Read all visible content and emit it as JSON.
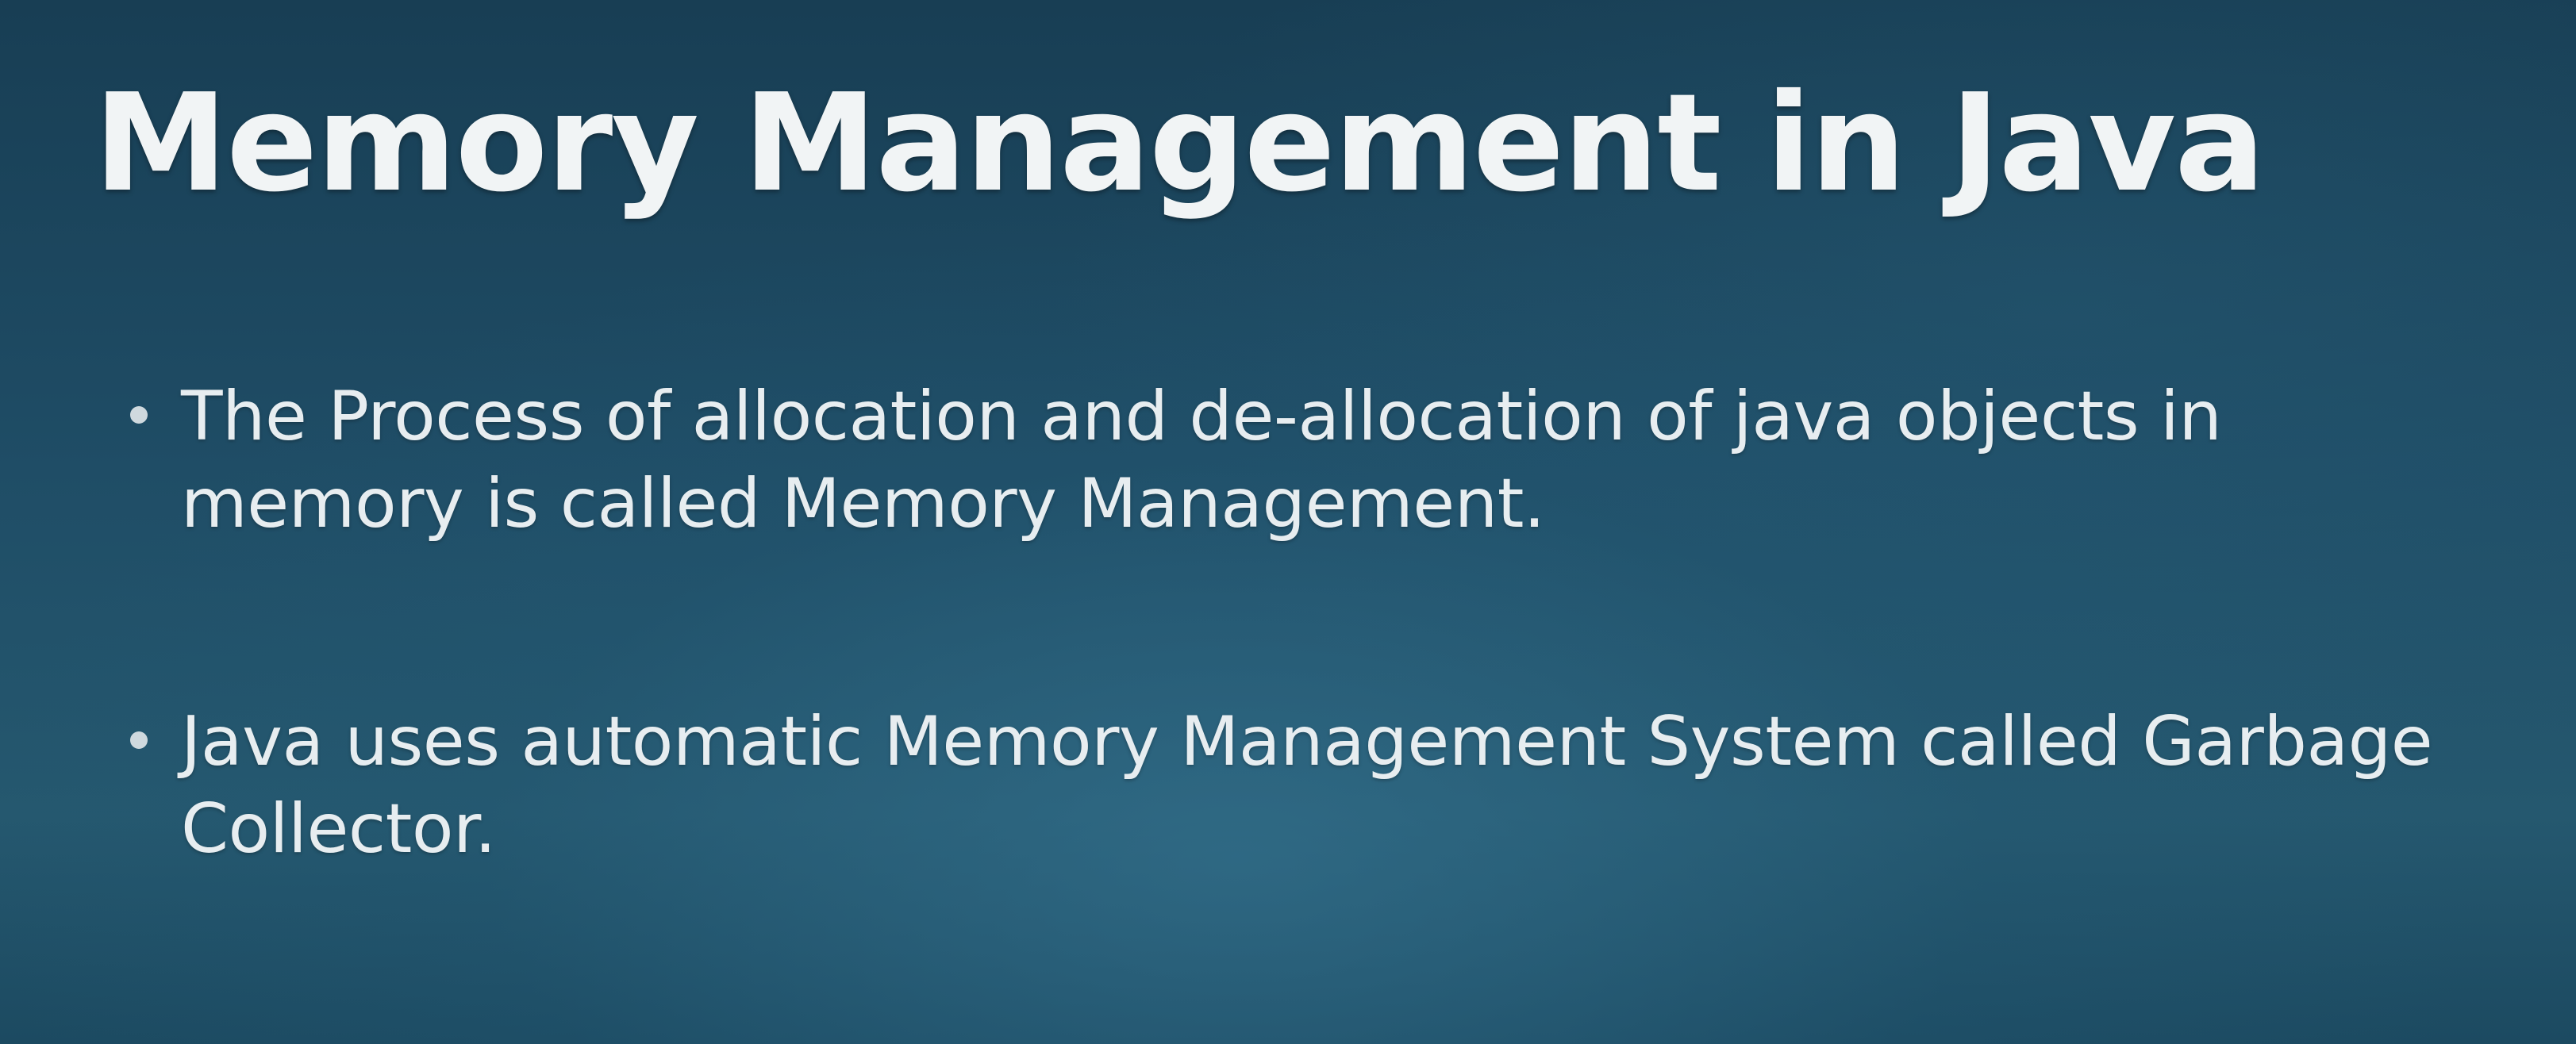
{
  "slide": {
    "title": "Memory Management in Java",
    "bullets": [
      {
        "text": "The Process of allocation and de-allocation of java objects in memory is called Memory Management."
      },
      {
        "text": "Java uses automatic Memory Management System called Garbage Collector."
      }
    ]
  },
  "colors": {
    "background": "#1f4d66",
    "title_text": "#f1f4f5",
    "body_text": "#e7edf0"
  }
}
